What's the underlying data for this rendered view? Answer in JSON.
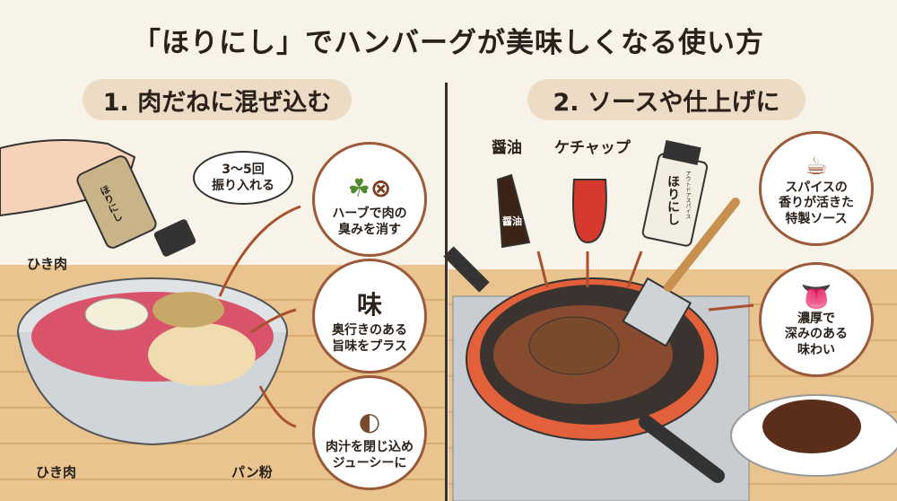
{
  "title": "「ほりにし」でハンバーグが美味しくなる使い方",
  "section1": {
    "heading": "1. 肉だねに混ぜ込む",
    "bubble_line1": "3〜5回",
    "bubble_line2": "振り入れる",
    "bottle_label": "ほりにし",
    "labels": {
      "ground_meat_top": "ひき肉",
      "ground_meat_bottom": "ひき肉",
      "breadcrumbs": "パン粉"
    },
    "benefits": [
      {
        "icon": "herb-cross-icon",
        "line1": "ハーブで肉の",
        "line2": "臭みを消す"
      },
      {
        "icon": "umami-icon",
        "glyph": "味",
        "line1": "奥行きのある",
        "line2": "旨味をプラス"
      },
      {
        "icon": "juicy-patty-icon",
        "line1": "肉汁を閉じ込め",
        "line2": "ジューシーに"
      }
    ]
  },
  "section2": {
    "heading": "2. ソースや仕上げに",
    "soy_sauce_label": "醤油",
    "soy_bottle_text": "醤油",
    "ketchup_label": "ケチャップ",
    "spice_bottle_text": "ほりにし",
    "spice_bottle_subtext": "アウトドアスパイス",
    "benefits": [
      {
        "icon": "steaming-cup-icon",
        "line1": "スパイスの",
        "line2": "香りが活きた",
        "line3": "特製ソース"
      },
      {
        "icon": "tongue-icon",
        "line1": "濃厚で",
        "line2": "深みのある",
        "line3": "味わい"
      }
    ]
  },
  "colors": {
    "accent": "#9b5a3a",
    "pill": "#ecdcc6",
    "wood": "#e9c48f",
    "pan": "#e2603a"
  }
}
